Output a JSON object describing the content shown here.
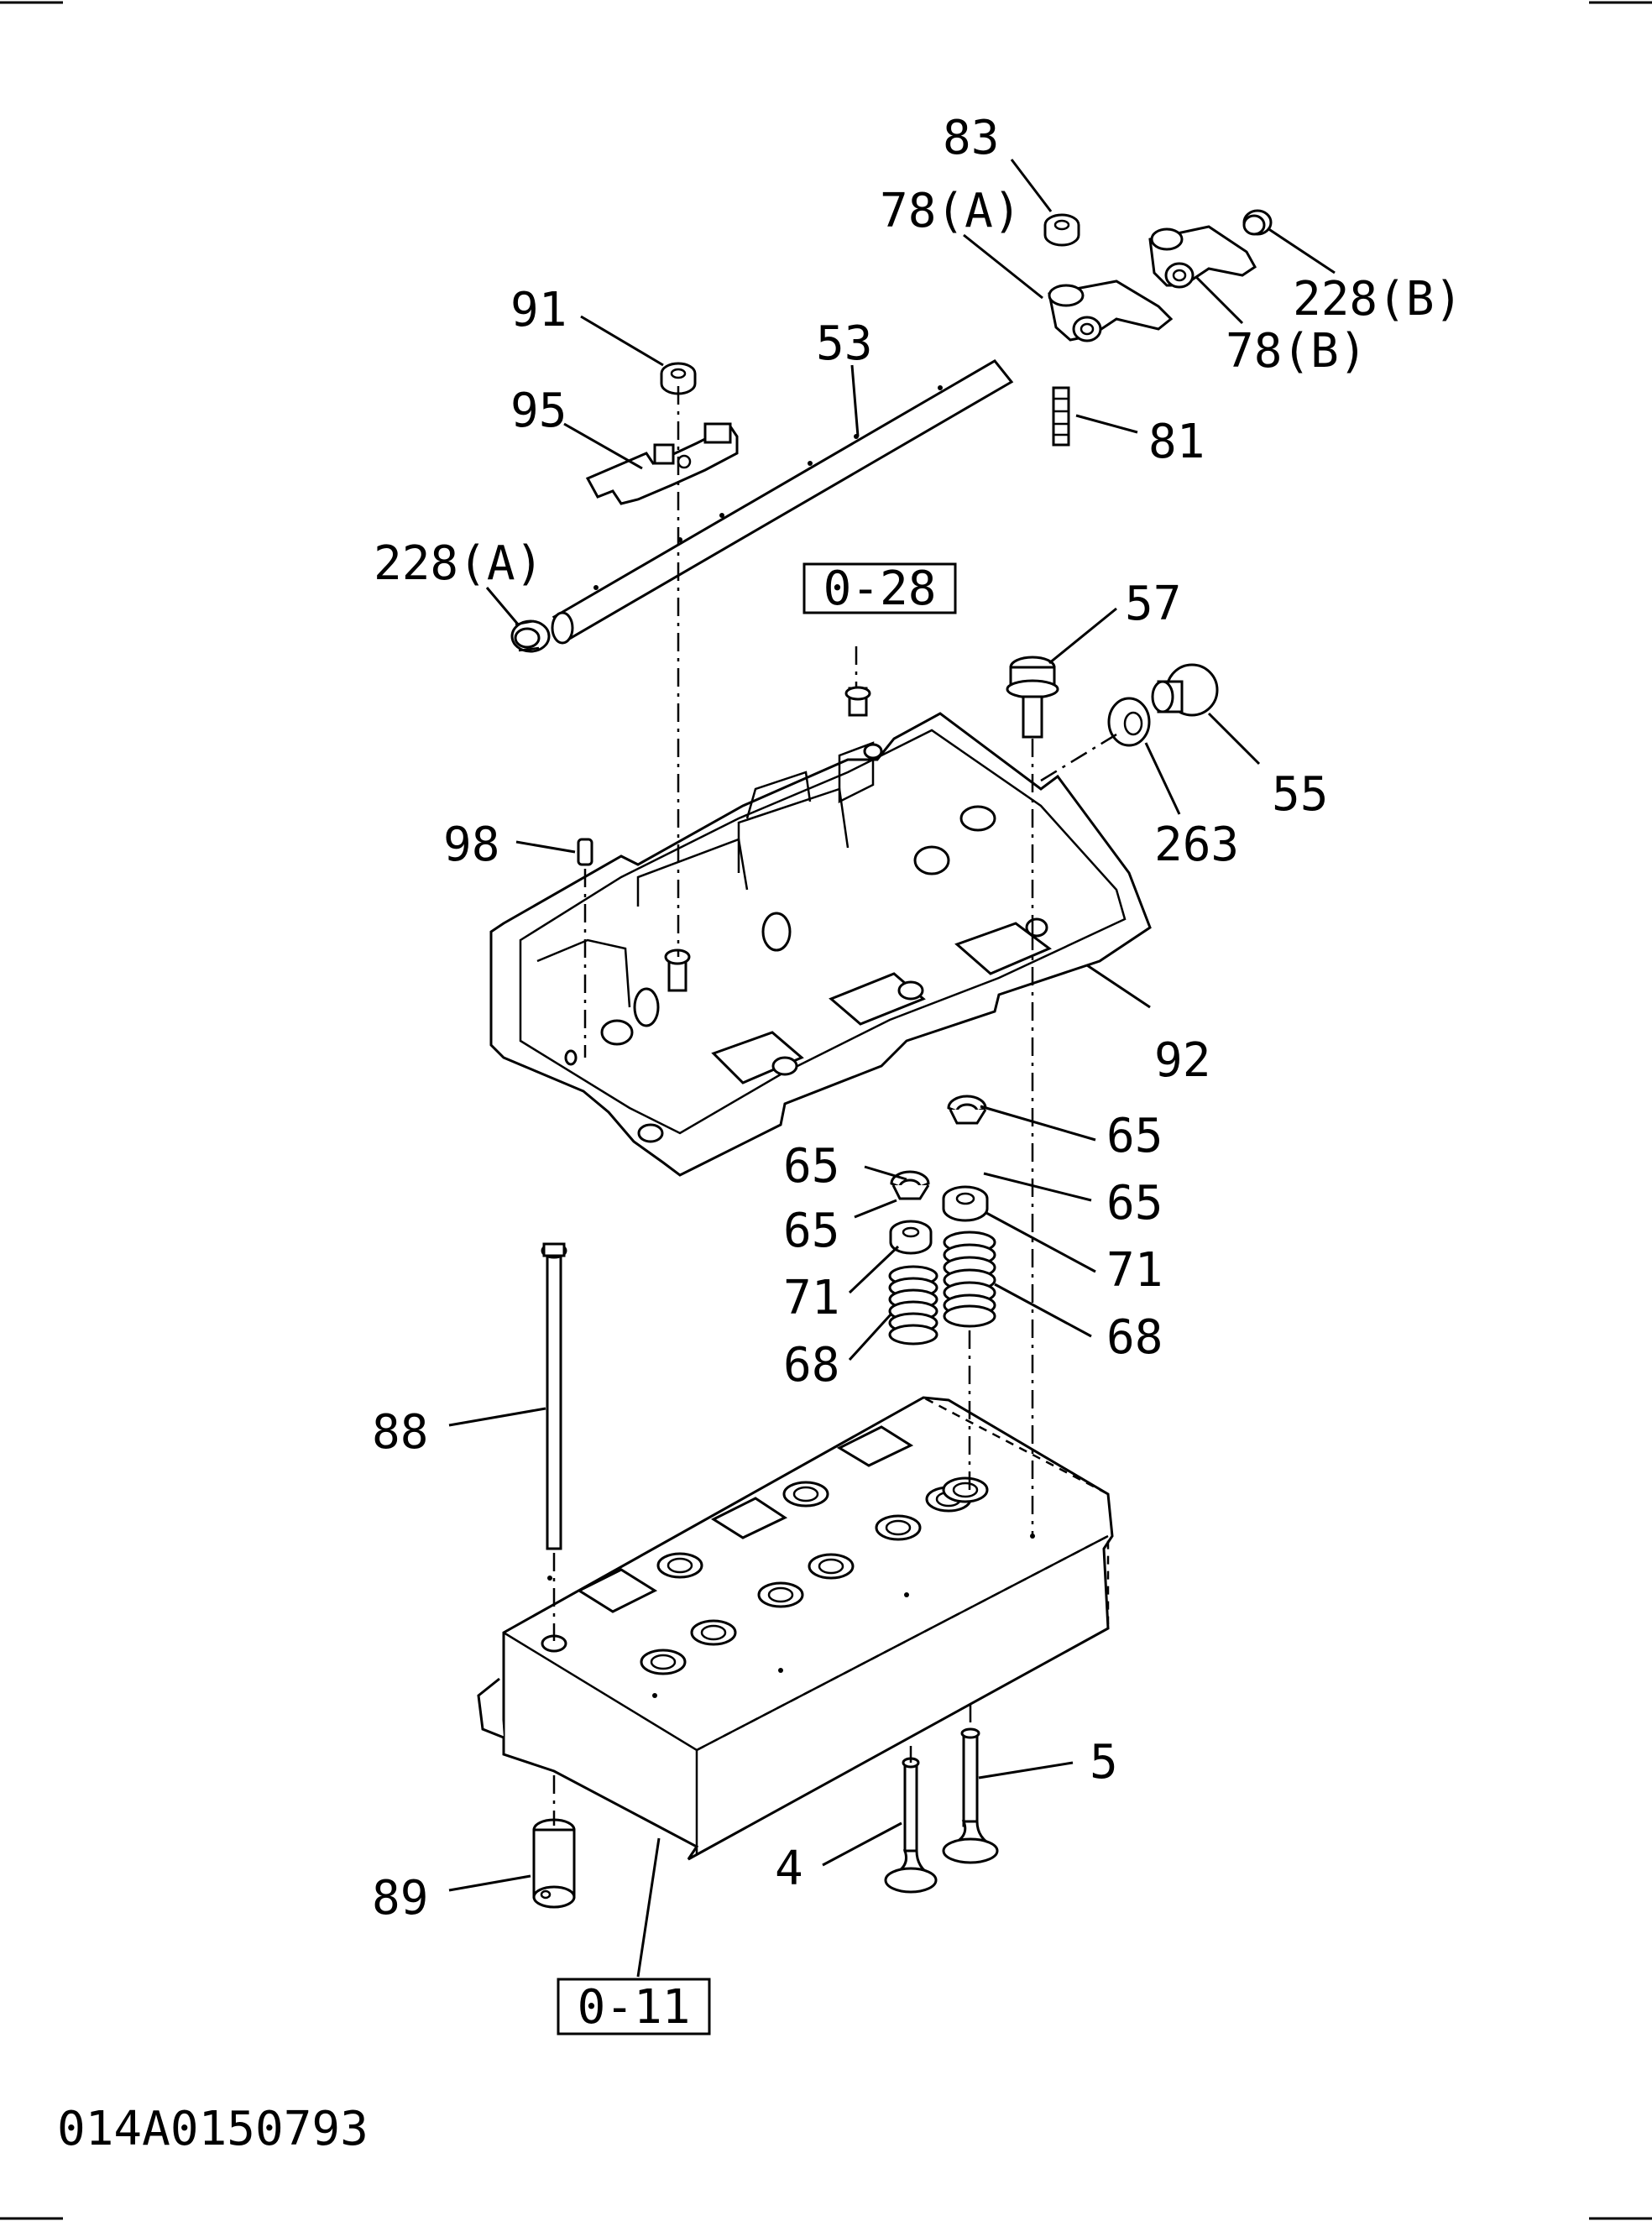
{
  "document_id": "014A0150793",
  "references": [
    "0-28",
    "0-11"
  ],
  "callouts": [
    {
      "id": "c83",
      "text": "83"
    },
    {
      "id": "c78a",
      "text": "78(A)"
    },
    {
      "id": "c228b",
      "text": "228(B)"
    },
    {
      "id": "c78b",
      "text": "78(B)"
    },
    {
      "id": "c91",
      "text": "91"
    },
    {
      "id": "c53",
      "text": "53"
    },
    {
      "id": "c95",
      "text": "95"
    },
    {
      "id": "c81",
      "text": "81"
    },
    {
      "id": "c228a",
      "text": "228(A)"
    },
    {
      "id": "c57",
      "text": "57"
    },
    {
      "id": "c55",
      "text": "55"
    },
    {
      "id": "c263",
      "text": "263"
    },
    {
      "id": "c98",
      "text": "98"
    },
    {
      "id": "c92",
      "text": "92"
    },
    {
      "id": "c65a",
      "text": "65"
    },
    {
      "id": "c65b",
      "text": "65"
    },
    {
      "id": "c65c",
      "text": "65"
    },
    {
      "id": "c65d",
      "text": "65"
    },
    {
      "id": "c71a",
      "text": "71"
    },
    {
      "id": "c71b",
      "text": "71"
    },
    {
      "id": "c68a",
      "text": "68"
    },
    {
      "id": "c68b",
      "text": "68"
    },
    {
      "id": "c88",
      "text": "88"
    },
    {
      "id": "c5",
      "text": "5"
    },
    {
      "id": "c4",
      "text": "4"
    },
    {
      "id": "c89",
      "text": "89"
    }
  ]
}
